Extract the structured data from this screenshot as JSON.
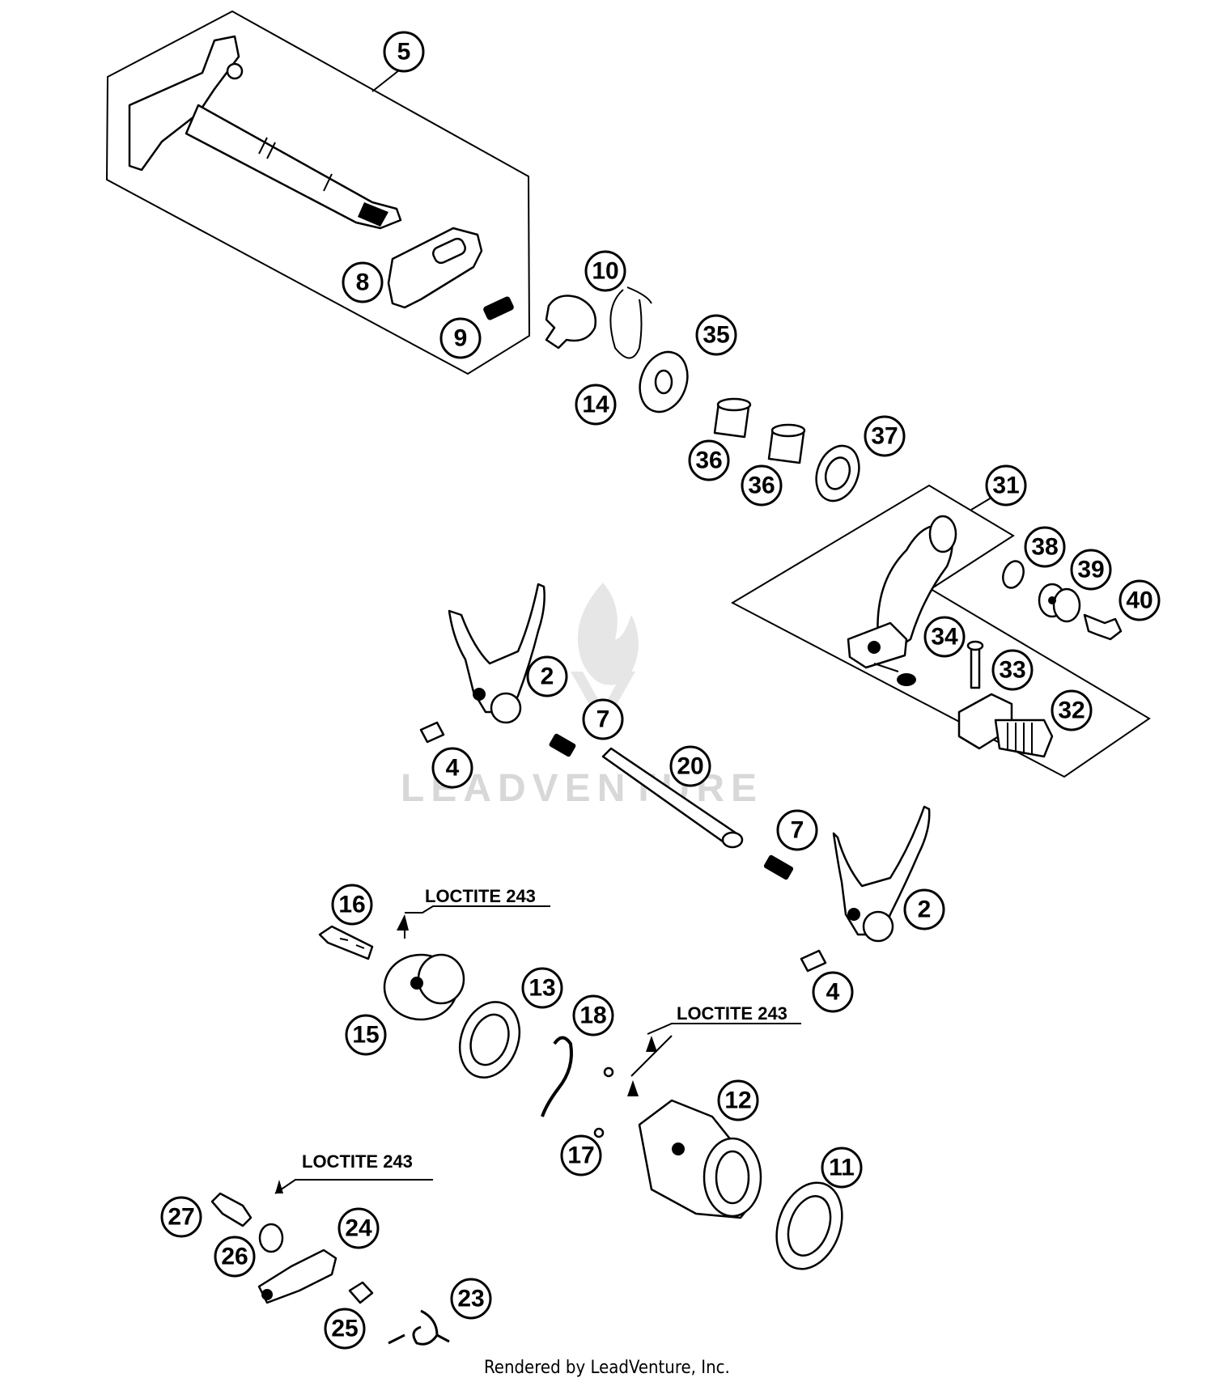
{
  "callouts": [
    {
      "id": "5",
      "label": "5"
    },
    {
      "id": "8",
      "label": "8"
    },
    {
      "id": "9",
      "label": "9"
    },
    {
      "id": "10",
      "label": "10"
    },
    {
      "id": "14",
      "label": "14"
    },
    {
      "id": "35",
      "label": "35"
    },
    {
      "id": "36a",
      "label": "36"
    },
    {
      "id": "36b",
      "label": "36"
    },
    {
      "id": "37",
      "label": "37"
    },
    {
      "id": "31",
      "label": "31"
    },
    {
      "id": "38",
      "label": "38"
    },
    {
      "id": "39",
      "label": "39"
    },
    {
      "id": "40",
      "label": "40"
    },
    {
      "id": "34",
      "label": "34"
    },
    {
      "id": "33",
      "label": "33"
    },
    {
      "id": "32",
      "label": "32"
    },
    {
      "id": "2a",
      "label": "2"
    },
    {
      "id": "7a",
      "label": "7"
    },
    {
      "id": "4a",
      "label": "4"
    },
    {
      "id": "20",
      "label": "20"
    },
    {
      "id": "7b",
      "label": "7"
    },
    {
      "id": "2b",
      "label": "2"
    },
    {
      "id": "4b",
      "label": "4"
    },
    {
      "id": "16",
      "label": "16"
    },
    {
      "id": "15",
      "label": "15"
    },
    {
      "id": "13",
      "label": "13"
    },
    {
      "id": "18",
      "label": "18"
    },
    {
      "id": "12",
      "label": "12"
    },
    {
      "id": "17",
      "label": "17"
    },
    {
      "id": "11",
      "label": "11"
    },
    {
      "id": "27",
      "label": "27"
    },
    {
      "id": "24",
      "label": "24"
    },
    {
      "id": "26",
      "label": "26"
    },
    {
      "id": "25",
      "label": "25"
    },
    {
      "id": "23",
      "label": "23"
    }
  ],
  "notes": {
    "loctite_1": "LOCTITE 243",
    "loctite_2": "LOCTITE 243",
    "loctite_3": "LOCTITE 243"
  },
  "watermark": "LEADVENTURE",
  "footer": "Rendered by LeadVenture, Inc."
}
